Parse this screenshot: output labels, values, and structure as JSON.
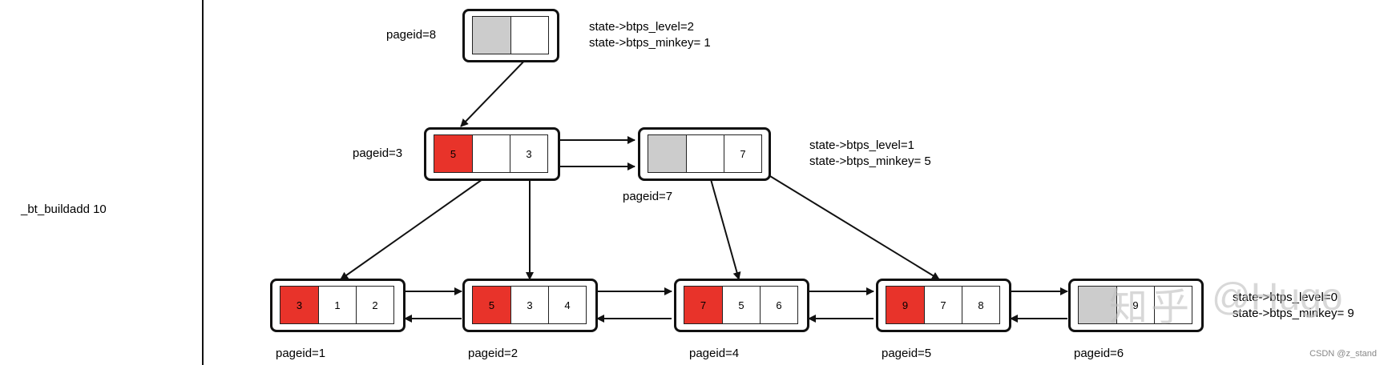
{
  "side_label": "_bt_buildadd 10",
  "nodes": {
    "p8": {
      "label": "pageid=8",
      "cells": [
        "",
        ""
      ]
    },
    "p3": {
      "label": "pageid=3",
      "cells": [
        "5",
        "",
        "3"
      ]
    },
    "p7": {
      "label": "pageid=7",
      "cells": [
        "",
        "",
        "7"
      ]
    },
    "p1": {
      "label": "pageid=1",
      "cells": [
        "3",
        "1",
        "2"
      ]
    },
    "p2": {
      "label": "pageid=2",
      "cells": [
        "5",
        "3",
        "4"
      ]
    },
    "p4": {
      "label": "pageid=4",
      "cells": [
        "7",
        "5",
        "6"
      ]
    },
    "p5": {
      "label": "pageid=5",
      "cells": [
        "9",
        "7",
        "8"
      ]
    },
    "p6": {
      "label": "pageid=6",
      "cells": [
        "",
        "9",
        ""
      ]
    }
  },
  "states": {
    "level2": {
      "line1": "state->btps_level=2",
      "line2": "state->btps_minkey= 1"
    },
    "level1": {
      "line1": "state->btps_level=1",
      "line2": "state->btps_minkey= 5"
    },
    "level0": {
      "line1": "state->btps_level=0",
      "line2": "state->btps_minkey= 9"
    }
  },
  "watermark": {
    "brand": "知乎",
    "handle": "@Hugo"
  },
  "credit": "CSDN @z_stand",
  "colors": {
    "highlight": "#e8332a",
    "inactive": "#cccccc",
    "line": "#111111"
  }
}
